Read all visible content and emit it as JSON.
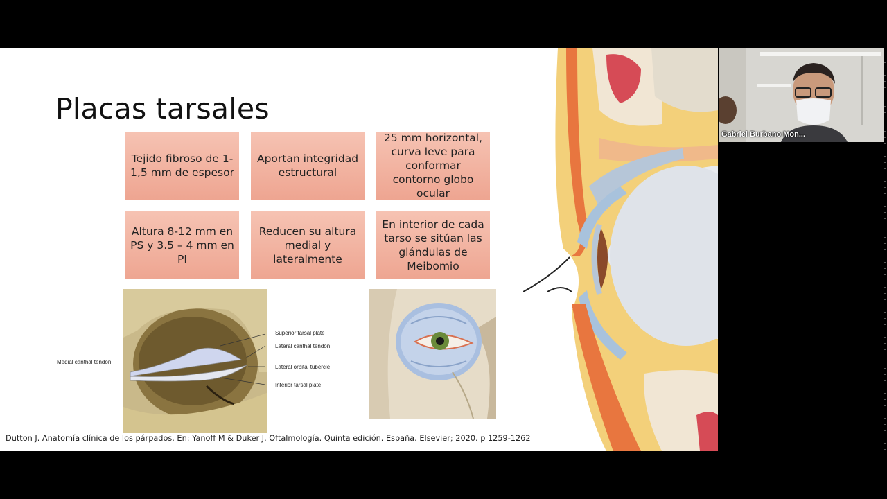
{
  "slide": {
    "title": "Placas tarsales",
    "boxes": [
      "Tejido fibroso de 1-1,5 mm de espesor",
      "Aportan integridad estructural",
      "25 mm horizontal, curva leve para conformar contorno globo ocular",
      "Altura 8-12 mm en PS y 3.5 – 4 mm en PI",
      "Reducen su altura medial y lateralmente",
      "En interior de cada tarso se sitúan las glándulas de Meibomio"
    ],
    "figure_labels": {
      "superior": "Superior tarsal plate",
      "lateral_tendon": "Lateral canthal tendon",
      "lateral_tubercle": "Lateral orbital tubercle",
      "inferior": "Inferior tarsal plate",
      "medial_tendon": "Medial canthal tendon"
    },
    "citation": "Dutton J. Anatomía clínica de los párpados. En: Yanoff M & Duker J. Oftalmología. Quinta edición. España. Elsevier; 2020. p 1259-1262"
  },
  "video": {
    "participant_name": "Gabriel Burbano Mon..."
  },
  "colors": {
    "box_fill": "#f0ab97",
    "background": "#000000",
    "slide": "#ffffff"
  }
}
